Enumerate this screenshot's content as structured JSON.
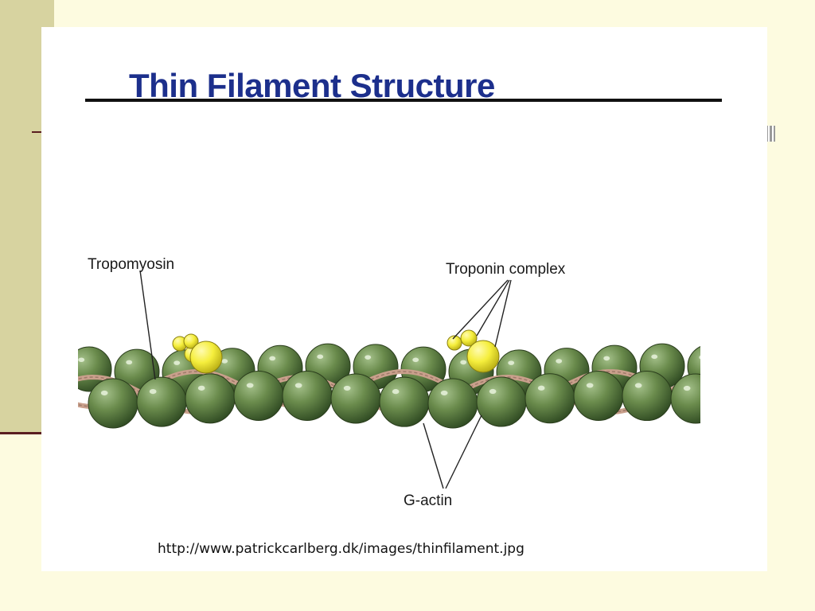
{
  "slide": {
    "title": "Thin Filament Structure",
    "source_url": "http://www.patrickcarlberg.dk/images/thinfilament.jpg"
  },
  "diagram": {
    "labels": {
      "tropomyosin": "Tropomyosin",
      "troponin_complex": "Troponin complex",
      "g_actin": "G-actin"
    }
  },
  "colors": {
    "background": "#fdfbe0",
    "left_band": "#d7d3a0",
    "accent_dark_red": "#5a1d20",
    "title_blue": "#1c2f8c",
    "actin_green": "#5e7d42",
    "tropomyosin_pink": "#c9a08c",
    "troponin_yellow": "#f2ec3a"
  }
}
